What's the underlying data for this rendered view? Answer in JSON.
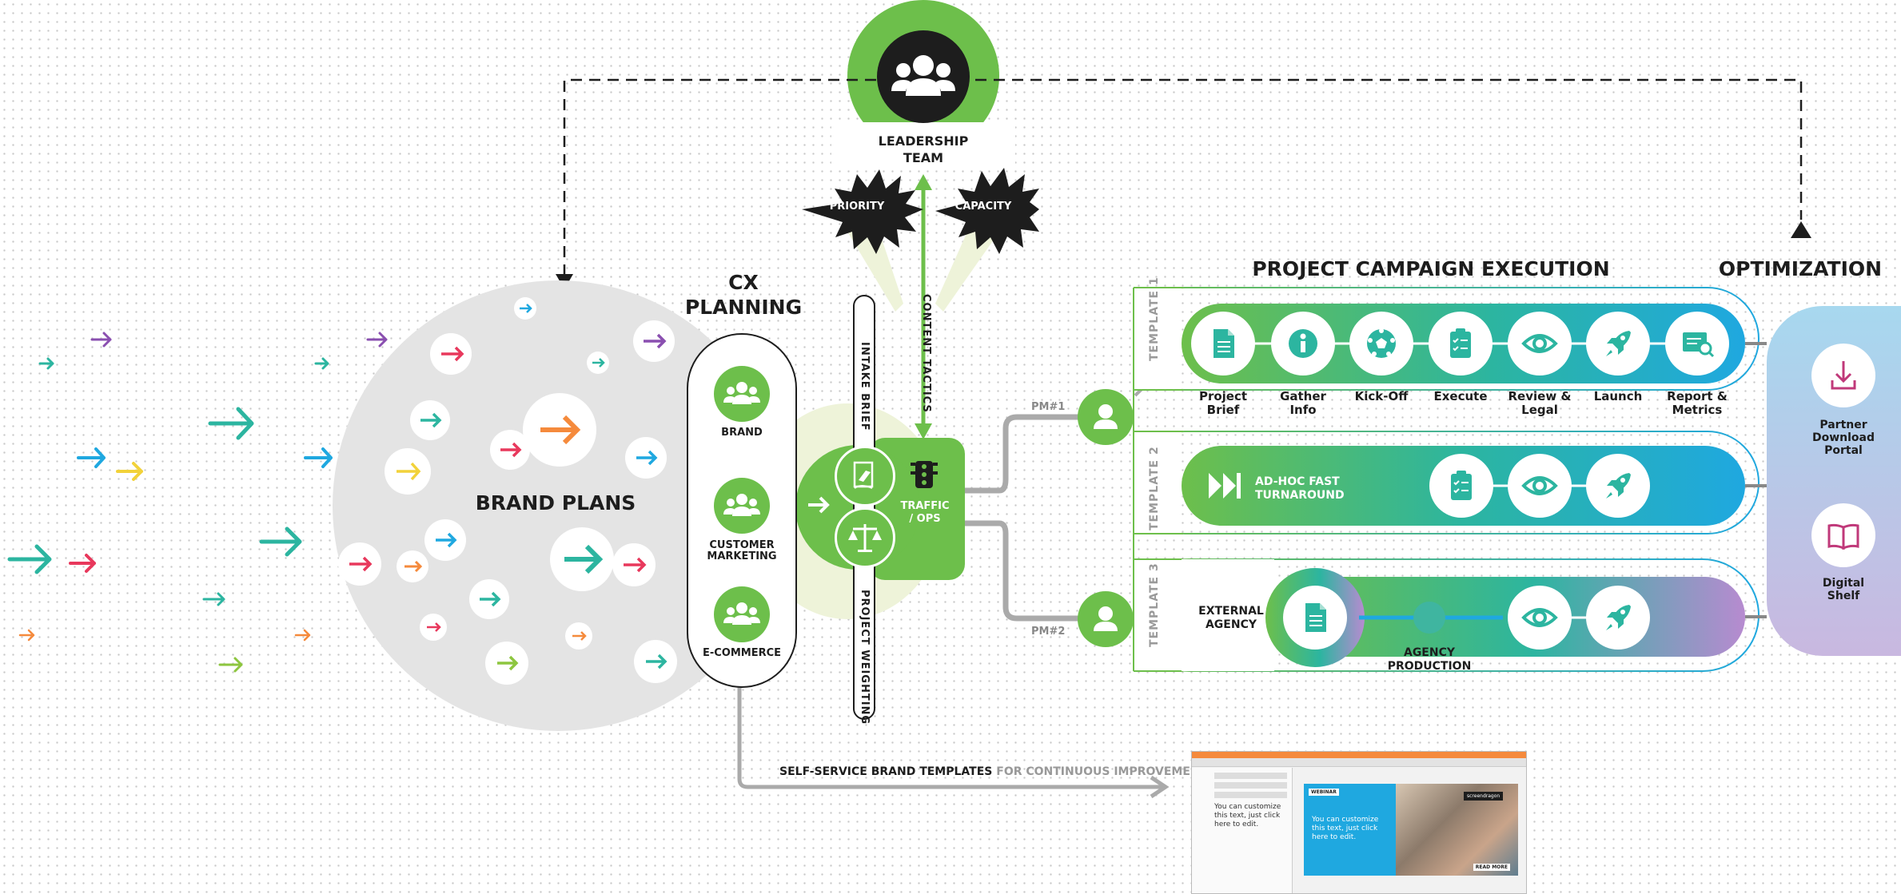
{
  "leadership": {
    "label_line1": "LEADERSHIP",
    "label_line2": "TEAM",
    "icon": "people-group-icon"
  },
  "starbursts": [
    "PRIORITY",
    "CAPACITY"
  ],
  "content_tactics": "CONTENT TACTICS",
  "brand_plans": "BRAND PLANS",
  "cx_planning": {
    "line1": "CX",
    "line2": "PLANNING",
    "items": [
      {
        "line1": "BRAND",
        "line2": "",
        "icon": "people-group-icon"
      },
      {
        "line1": "CUSTOMER",
        "line2": "MARKETING",
        "icon": "people-group-icon"
      },
      {
        "line1": "E-COMMERCE",
        "line2": "",
        "icon": "people-group-icon"
      }
    ]
  },
  "intake_brief": "INTAKE BRIEF",
  "project_weighting": "PROJECT WEIGHTING",
  "traffic_ops": {
    "line1": "TRAFFIC",
    "line2": "/ OPS",
    "icon": "traffic-light-icon"
  },
  "pm_labels": [
    "PM#1",
    "PM#2"
  ],
  "execution_title": "PROJECT CAMPAIGN EXECUTION",
  "optimization_title": "OPTIMIZATION",
  "template_labels": [
    "TEMPLATE 1",
    "TEMPLATE 2",
    "TEMPLATE 3"
  ],
  "template1_steps": [
    {
      "line1": "Project",
      "line2": "Brief",
      "icon": "document-icon"
    },
    {
      "line1": "Gather",
      "line2": "Info",
      "icon": "info-icon"
    },
    {
      "line1": "Kick-Off",
      "line2": "",
      "icon": "soccer-ball-icon"
    },
    {
      "line1": "Execute",
      "line2": "",
      "icon": "checklist-icon"
    },
    {
      "line1": "Review &",
      "line2": "Legal",
      "icon": "eye-icon"
    },
    {
      "line1": "Launch",
      "line2": "",
      "icon": "rocket-icon"
    },
    {
      "line1": "Report &",
      "line2": "Metrics",
      "icon": "report-search-icon"
    }
  ],
  "template2": {
    "line1": "AD-HOC FAST",
    "line2": "TURNAROUND",
    "icons": [
      "fast-forward-icon",
      "checklist-icon",
      "eye-icon",
      "rocket-icon"
    ]
  },
  "template3": {
    "external_line1": "EXTERNAL",
    "external_line2": "AGENCY",
    "production_line1": "AGENCY",
    "production_line2": "PRODUCTION",
    "icons": [
      "document-icon",
      "eye-icon",
      "rocket-icon"
    ]
  },
  "optimization_items": [
    {
      "line1": "Partner",
      "line2": "Download",
      "line3": "Portal",
      "icon": "download-icon"
    },
    {
      "line1": "Digital",
      "line2": "Shelf",
      "line3": "",
      "icon": "open-book-icon"
    }
  ],
  "self_service": {
    "bold": "SELF-SERVICE BRAND TEMPLATES",
    "rest": " FOR CONTINUOUS IMPROVEMENT"
  },
  "screenshot_preview": {
    "badge": "WEBINAR",
    "blue_text": "You can customize this text, just click here to edit.",
    "left_text": "You can customize this text, just click here to edit.",
    "logo": "screendragon",
    "read_more": "READ MORE"
  },
  "colors": {
    "green": "#6dbf4b",
    "teal": "#2cb5a0",
    "blue": "#1fa8e0",
    "dark": "#1d1d1d",
    "gray": "#aaaaaa",
    "light_gray": "#e4e4e4",
    "orange": "#f58a3c",
    "purple": "#8a4fb0",
    "red": "#e8385c",
    "yellow": "#f2d23a",
    "lime": "#8dc63f",
    "magenta": "#c0397a"
  }
}
